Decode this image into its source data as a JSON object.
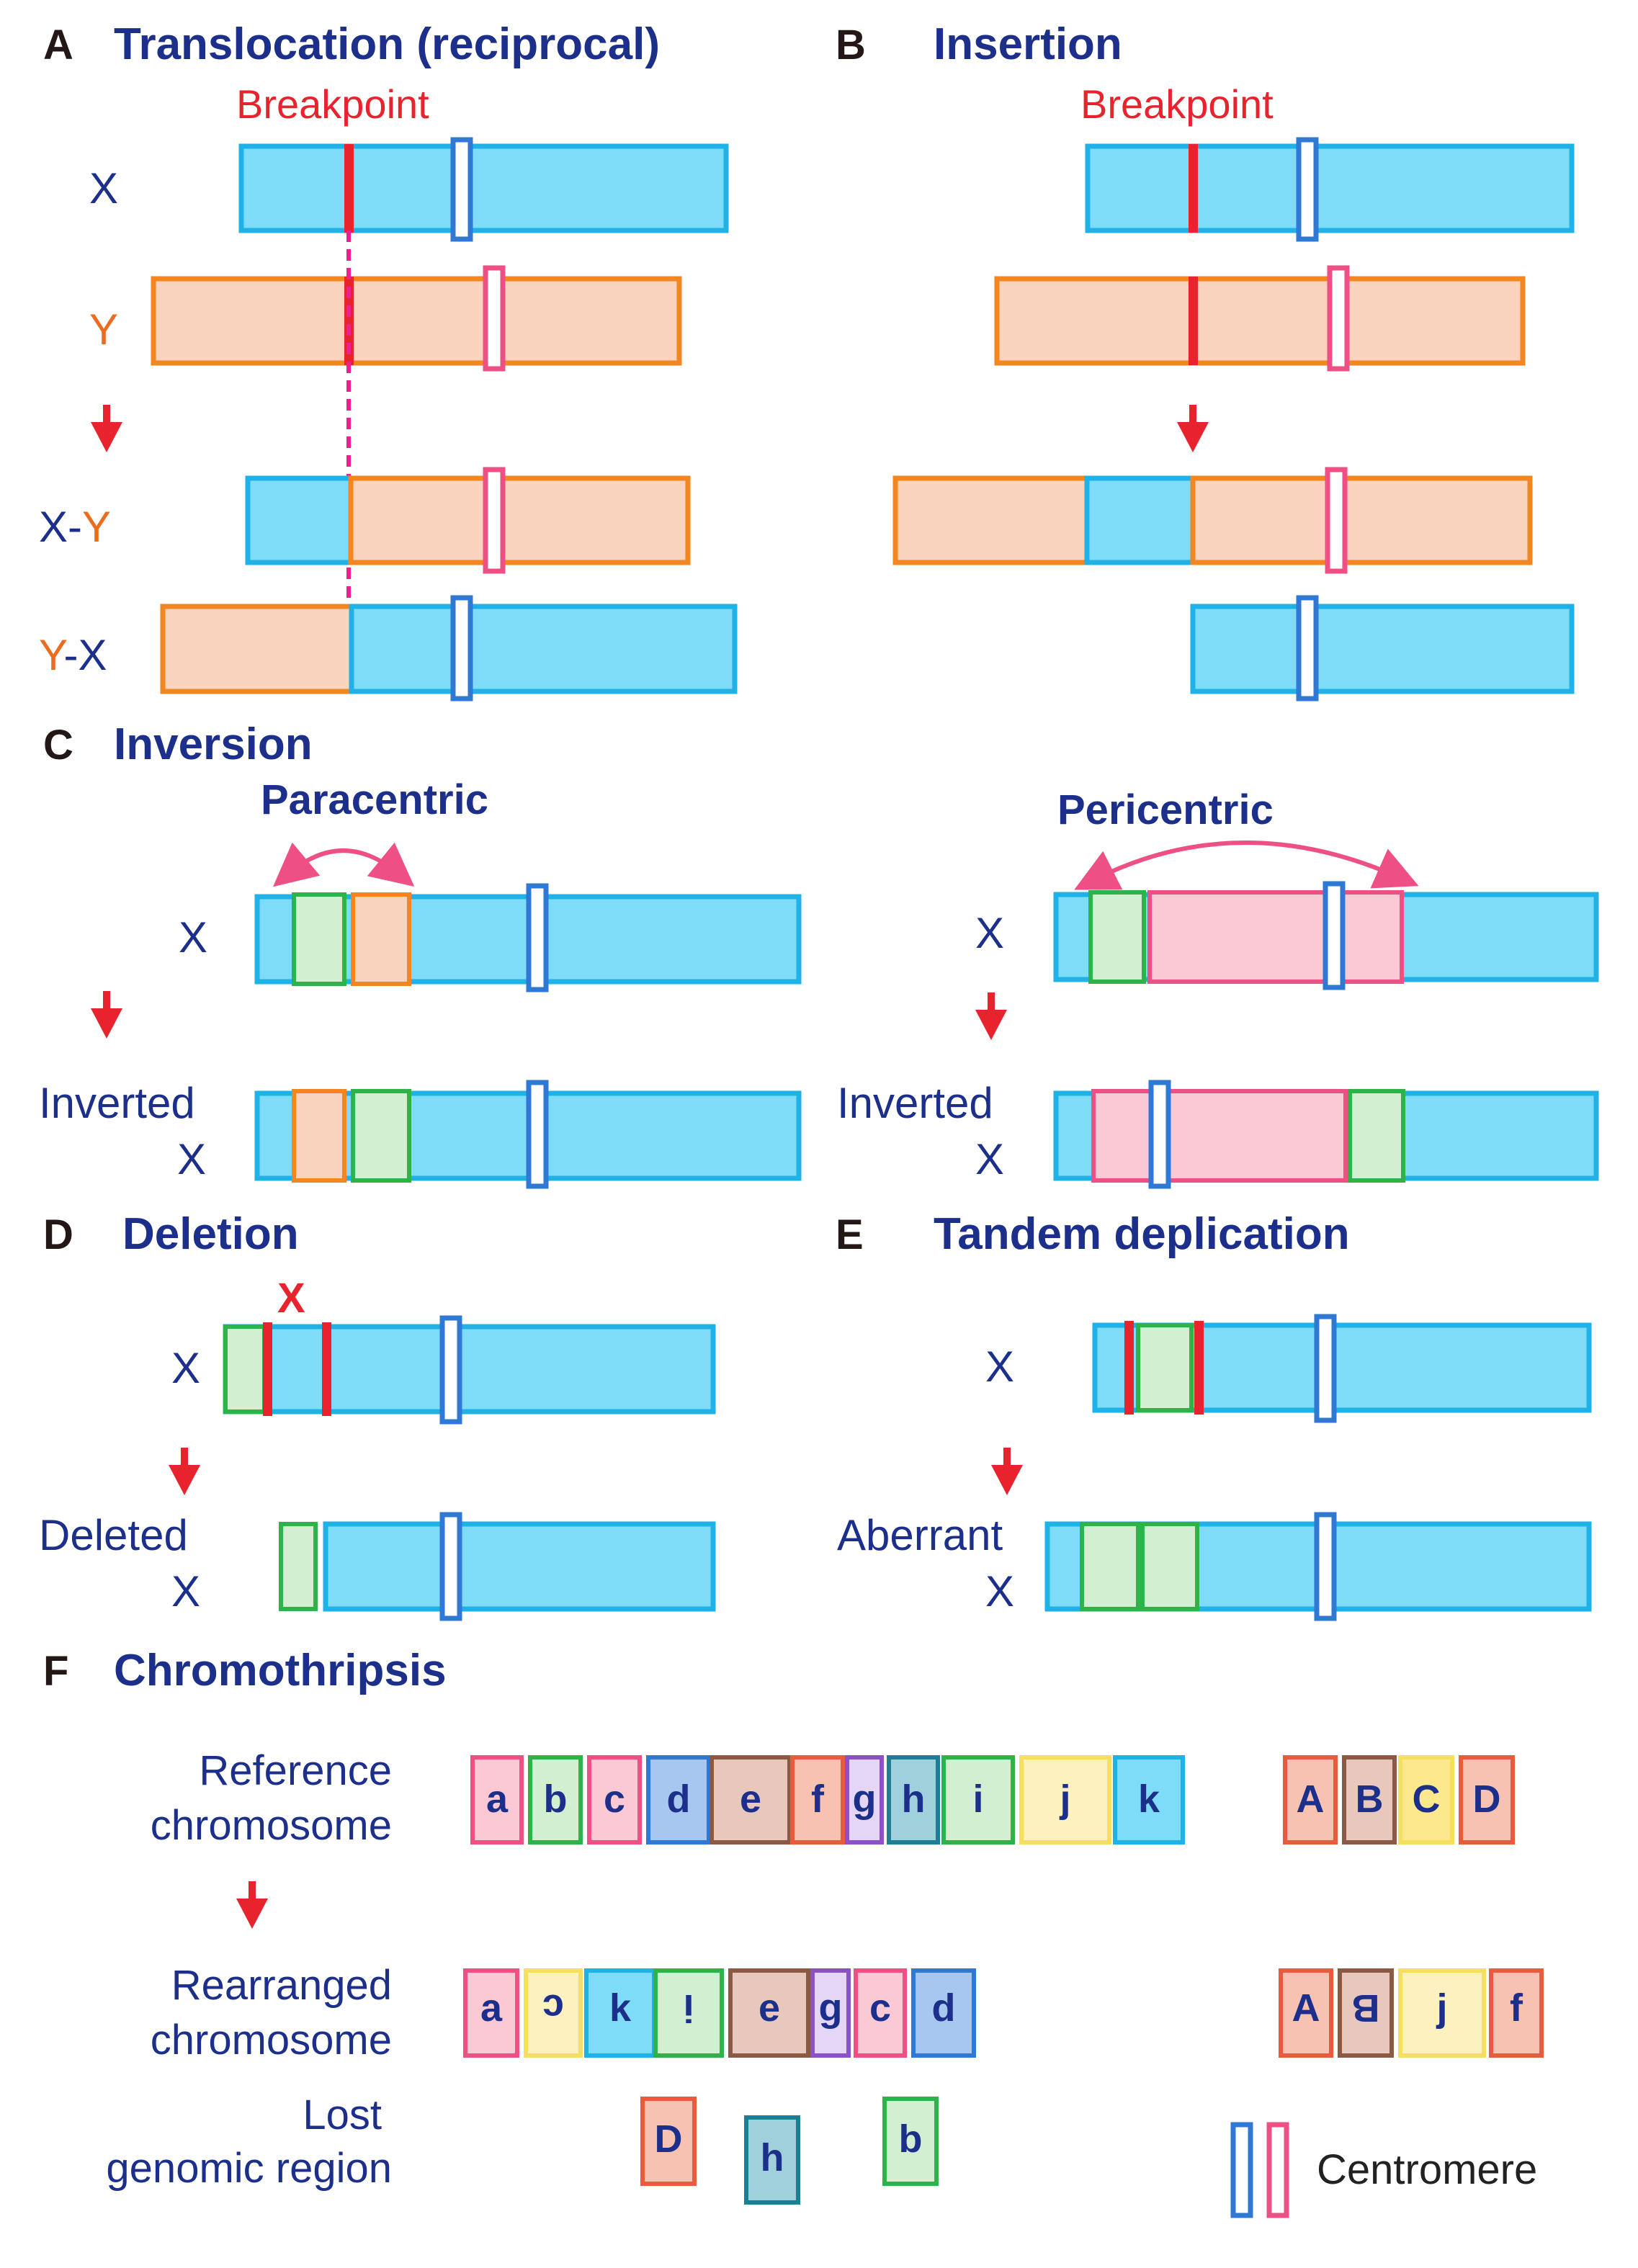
{
  "colors": {
    "chrom_x_fill": "#7fdcf9",
    "chrom_x_stroke": "#1fb2e6",
    "chrom_y_fill": "#f9d3bd",
    "chrom_y_stroke": "#f4861f",
    "centromere_x": "#2f78d4",
    "centromere_y": "#ee4f85",
    "breakpoint": "#e8232e",
    "inverted_fill": "#fbc9d4",
    "inverted_stroke": "#ee4f85",
    "segment_green_fill": "#d3efd2",
    "segment_green_stroke": "#2db34a",
    "title": "#1c2f8a"
  },
  "panels": {
    "a": {
      "letter": "A",
      "title": "Translocation (reciprocal)",
      "breakpoint_label": "Breakpoint",
      "label_x": "X",
      "label_y": "Y",
      "label_xy_1": "X-",
      "label_xy_2": "Y",
      "label_yx_1": "Y",
      "label_yx_2": "-X"
    },
    "b": {
      "letter": "B",
      "title": "Insertion",
      "breakpoint_label": "Breakpoint"
    },
    "c": {
      "letter": "C",
      "title": "Inversion",
      "paracentric": "Paracentric",
      "pericentric": "Pericentric",
      "label_x_left": "X",
      "label_x_right": "X",
      "inverted_left": "Inverted",
      "inverted_left_x": "X",
      "inverted_right": "Inverted",
      "inverted_right_x": "X"
    },
    "d": {
      "letter": "D",
      "title": "Deletion",
      "deleted_mark": "X",
      "label_x": "X",
      "deleted": "Deleted",
      "deleted_x": "X"
    },
    "e": {
      "letter": "E",
      "title": "Tandem deplication",
      "label_x": "X",
      "aberrant": "Aberrant",
      "aberrant_x": "X"
    },
    "f": {
      "letter": "F",
      "title": "Chromothripsis",
      "reference_1": "Reference",
      "reference_2": "chromosome",
      "rearranged_1": "Rearranged",
      "rearranged_2": "chromosome",
      "lost_1": "Lost",
      "lost_2": "genomic region",
      "reference_segments": [
        "a",
        "b",
        "c",
        "d",
        "e",
        "f",
        "g",
        "h",
        "i",
        "j",
        "k"
      ],
      "reference_segments_2": [
        "A",
        "B",
        "C",
        "D"
      ],
      "rearranged_segments": [
        "a",
        "c",
        "k",
        "i",
        "e",
        "g",
        "c",
        "d"
      ],
      "rearranged_segments_2": [
        "A",
        "B",
        "j",
        "f"
      ],
      "lost_segments": [
        "D",
        "h",
        "b"
      ]
    }
  },
  "legend": {
    "label": "Centromere"
  }
}
